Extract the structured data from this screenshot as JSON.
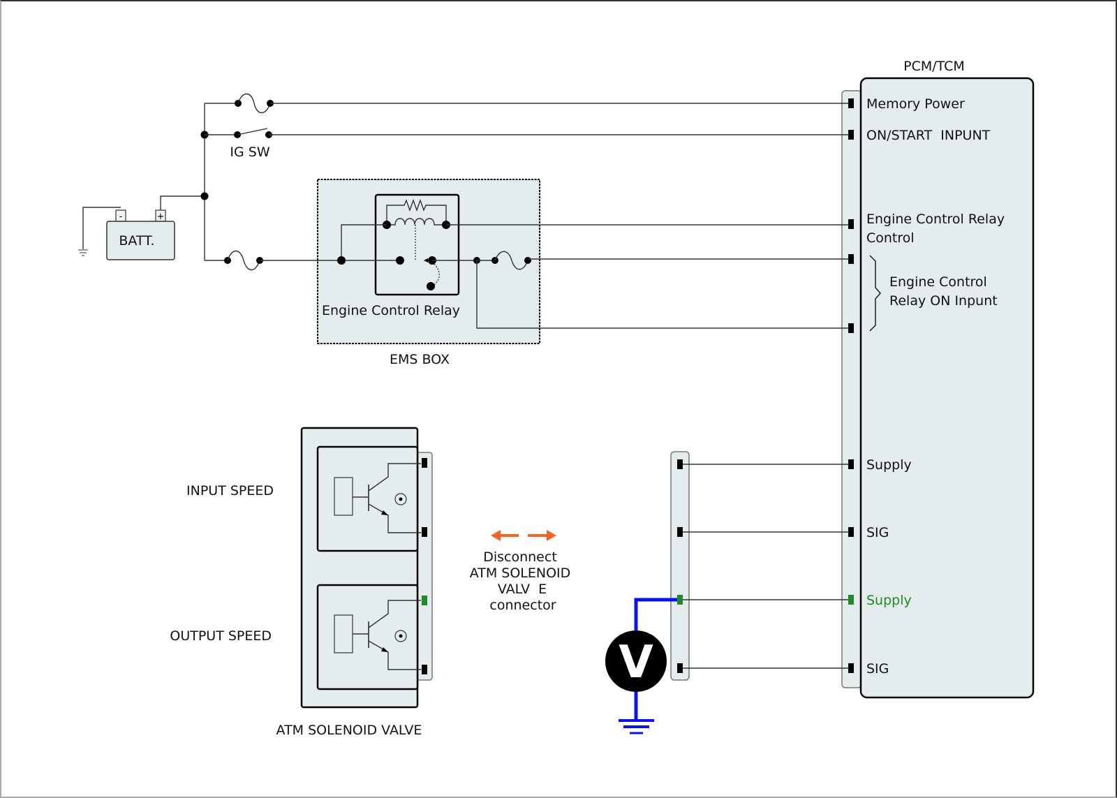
{
  "diagram": {
    "battery": {
      "label": "BATT.",
      "neg_terminal": "-",
      "pos_terminal": "+"
    },
    "ignition_switch": {
      "label": "IG SW"
    },
    "ems_box": {
      "label": "EMS BOX",
      "relay_label": "Engine Control Relay"
    },
    "module": {
      "title": "PCM/TCM",
      "pins": [
        {
          "label": "Memory Power",
          "color": "#000000"
        },
        {
          "label": "ON/START  INPUNT",
          "color": "#000000"
        },
        {
          "label_lines": [
            "Engine Control Relay",
            "Control"
          ],
          "color": "#000000"
        },
        {
          "label": "",
          "color": "#000000"
        },
        {
          "label": "",
          "color": "#000000"
        },
        {
          "label": "Supply",
          "color": "#000000"
        },
        {
          "label": "SIG",
          "color": "#000000"
        },
        {
          "label": "Supply",
          "color": "#1e8a2a"
        },
        {
          "label": "SIG",
          "color": "#000000"
        }
      ],
      "brace_label_lines": [
        "Engine Control",
        "Relay ON Inpunt"
      ]
    },
    "solenoid_valve": {
      "label": "ATM SOLENOID VALVE",
      "sensors": [
        {
          "label": "INPUT SPEED"
        },
        {
          "label": "OUTPUT SPEED"
        }
      ]
    },
    "instruction": {
      "lines": [
        "Disconnect",
        "ATM SOLENOID",
        "VALV  E",
        "connector"
      ],
      "arrow_color": "#f26522"
    },
    "voltmeter": {
      "symbol": "V",
      "probe_color": "#0a14e6"
    },
    "colors": {
      "panel_fill": "#e5ecee",
      "highlight_pin": "#1e8a2a",
      "probe_wire": "#0a14e6",
      "disconnect_arrow": "#f26522"
    }
  }
}
